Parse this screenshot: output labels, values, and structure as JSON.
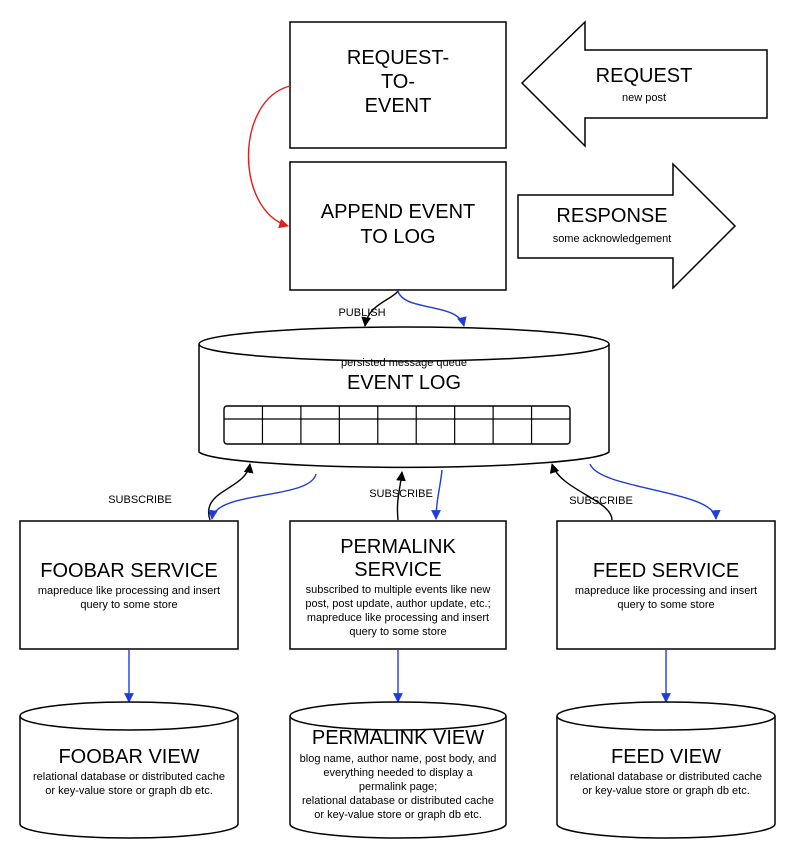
{
  "colors": {
    "publish_arrow": "#000000",
    "subscribe_arrow": "#000000",
    "flow_arrow": "#1f3ddb",
    "internal_arrow": "#e0201f"
  },
  "request_to_event": {
    "lines": [
      "REQUEST-",
      "TO-",
      "EVENT"
    ]
  },
  "append_event": {
    "lines": [
      "APPEND EVENT",
      "TO LOG"
    ]
  },
  "request_arrow": {
    "title": "REQUEST",
    "subtitle": "new post"
  },
  "response_arrow": {
    "title": "RESPONSE",
    "subtitle": "some acknowledgement"
  },
  "publish_label": "PUBLISH",
  "event_log": {
    "subtitle": "persisted message queue",
    "title": "EVENT LOG",
    "cells": 9
  },
  "subscribe_labels": [
    "SUBSCRIBE",
    "SUBSCRIBE",
    "SUBSCRIBE"
  ],
  "services": [
    {
      "title_lines": [
        "FOOBAR SERVICE"
      ],
      "desc_lines": [
        "mapreduce like processing and insert",
        "query to some store"
      ]
    },
    {
      "title_lines": [
        "PERMALINK",
        "SERVICE"
      ],
      "desc_lines": [
        "subscribed to multiple events like new",
        "post, post update, author update, etc.;",
        "mapreduce like processing and insert",
        "query to some store"
      ]
    },
    {
      "title_lines": [
        "FEED SERVICE"
      ],
      "desc_lines": [
        "mapreduce like processing and insert",
        "query to some store"
      ]
    }
  ],
  "views": [
    {
      "title": "FOOBAR VIEW",
      "desc_lines": [
        "relational database or distributed cache",
        "or key-value store or graph db etc."
      ]
    },
    {
      "title": "PERMALINK VIEW",
      "desc_lines": [
        "blog name, author name, post body, and",
        "everything needed to display a",
        "permalink page;",
        "relational database or distributed cache",
        "or key-value store or graph db etc."
      ]
    },
    {
      "title": "FEED VIEW",
      "desc_lines": [
        "relational database or distributed cache",
        "or key-value store or graph db etc."
      ]
    }
  ]
}
